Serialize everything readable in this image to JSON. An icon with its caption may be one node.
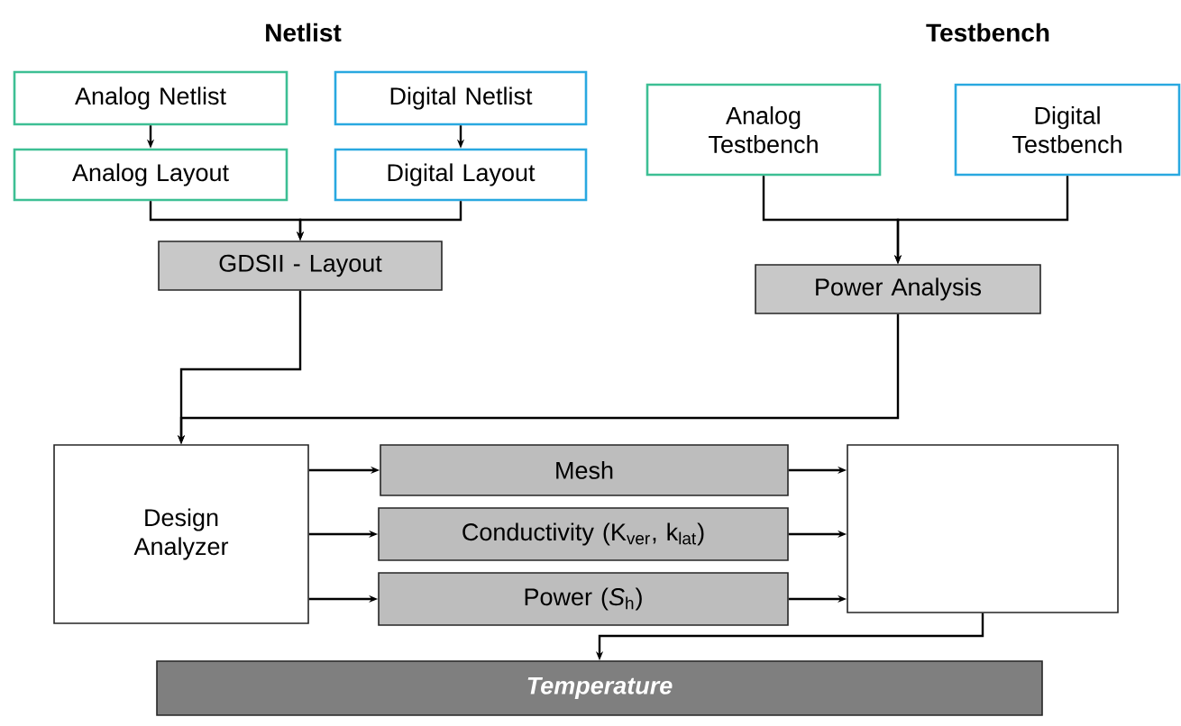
{
  "diagram": {
    "nodes": [
      {
        "text": [
          "Analog Netlist"
        ]
      },
      {
        "text": [
          "Digital Netlist"
        ]
      },
      {
        "text": [
          "Analog Layout"
        ]
      },
      {
        "text": [
          "Digital Layout"
        ]
      },
      {
        "text": [
          "GDSII - Layout"
        ]
      },
      {
        "text": [
          "Analog Testbench"
        ]
      },
      {
        "text": [
          "Digital Testbench"
        ]
      },
      {
        "text": [
          "Power Analysis"
        ]
      },
      {
        "text": [
          "Design Analyzer"
        ]
      },
      {
        "text": [
          "Mesh"
        ]
      },
      {
        "text": [
          "Conductivity (K$_{ver}$, k$_{lat}$)"
        ]
      },
      {
        "text": [
          "Power (*S*$_{h}$)"
        ]
      },
      {
        "text": [],
        "shape": "box"
      },
      {
        "text": [
          "Temperature"
        ]
      }
    ],
    "edges": [
      {
        "from": 0,
        "to": 2,
        "arrow": "to"
      },
      {
        "from": 1,
        "to": 3,
        "arrow": "to"
      },
      {
        "from": 2,
        "to": 4,
        "arrow": "to"
      },
      {
        "from": 3,
        "to": 4,
        "arrow": "to"
      },
      {
        "from": 5,
        "to": 7,
        "arrow": "to"
      },
      {
        "from": 6,
        "to": 7,
        "arrow": "to"
      },
      {
        "from": 4,
        "to": 8,
        "arrow": "to"
      },
      {
        "from": 7,
        "to": 8,
        "arrow": "to"
      },
      {
        "from": 8,
        "to": 9,
        "arrow": "to"
      },
      {
        "from": 8,
        "to": 10,
        "arrow": "to"
      },
      {
        "from": 8,
        "to": 11,
        "arrow": "to"
      },
      {
        "from": 9,
        "to": 12,
        "arrow": "to"
      },
      {
        "from": 10,
        "to": 12,
        "arrow": "to"
      },
      {
        "from": 11,
        "to": 12,
        "arrow": "to"
      },
      {
        "from": 12,
        "to": 13,
        "arrow": "to"
      }
    ],
    "labels": [
      "Netlist",
      "Testbench"
    ]
  }
}
